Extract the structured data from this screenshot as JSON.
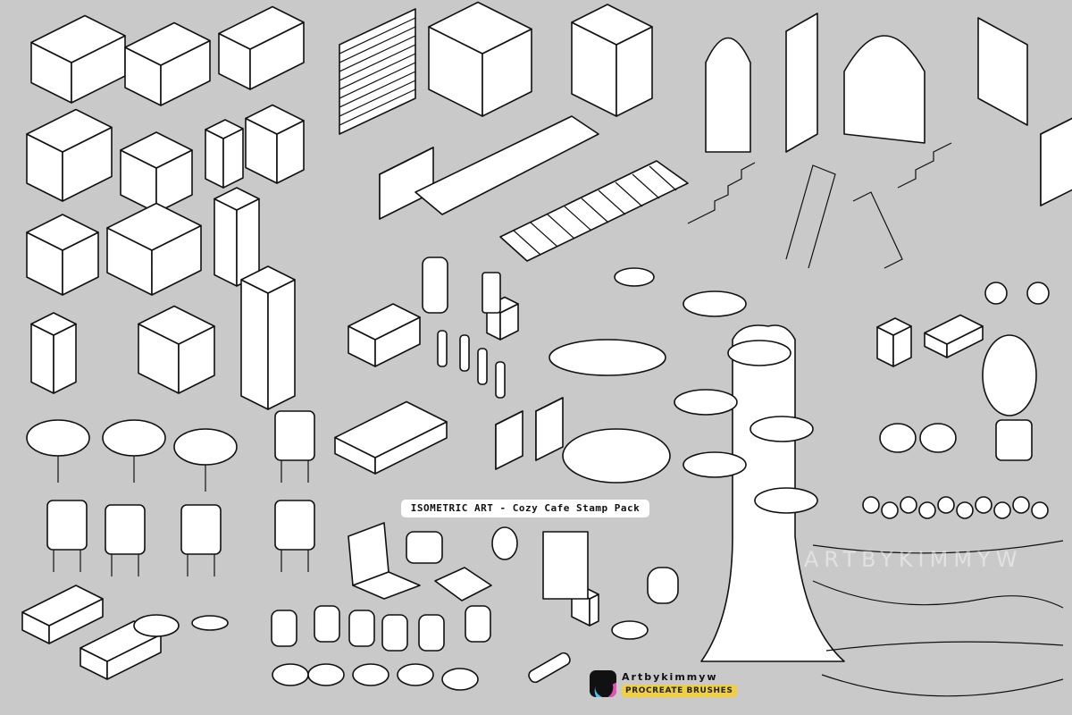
{
  "title_label": "ISOMETRIC ART - Cozy Cafe Stamp Pack",
  "brand": {
    "name": "Artbykimmyw",
    "tagline": "PROCREATE BRUSHES",
    "logo_icon": "procreate-logo-icon"
  },
  "watermark": "ARTBYKIMMYW",
  "colors": {
    "background": "#c9c9c9",
    "tag": "#f0d040"
  }
}
